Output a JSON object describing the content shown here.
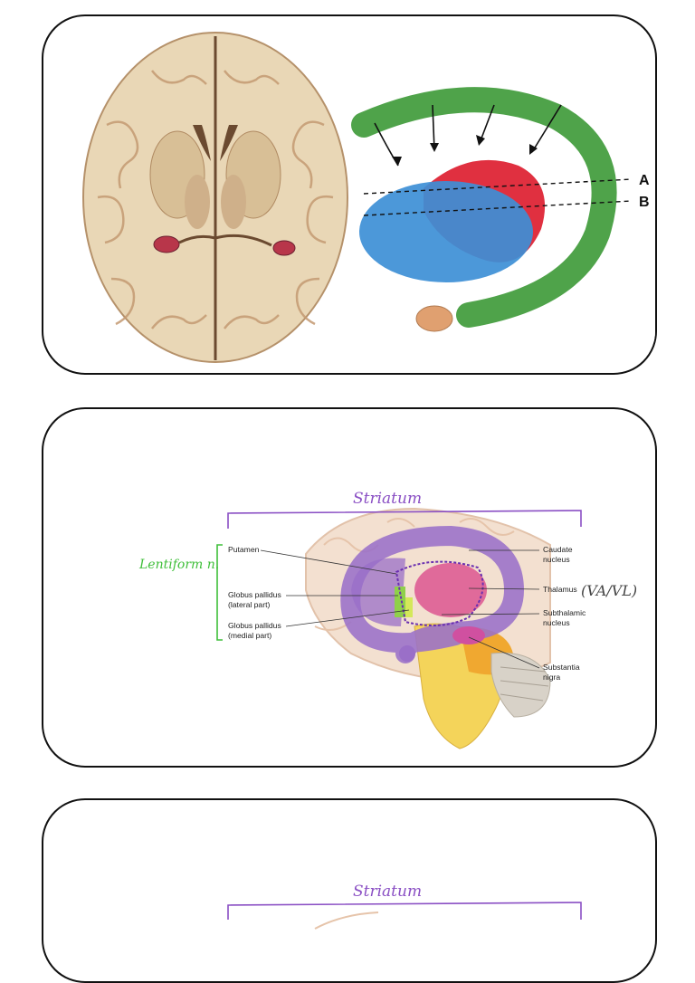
{
  "cards": [
    {
      "name": "axial-brain-section-and-basal-ganglia-schematic",
      "section_labels": [
        "A",
        "B"
      ]
    },
    {
      "name": "lateral-view-basal-ganglia",
      "handwritten": {
        "striatum": "Striatum",
        "lentiform": "Lentiform n.",
        "thalamus_note": "(VA/VL)"
      },
      "labels": {
        "putamen": "Putamen",
        "gp_lateral_1": "Globus pallidus",
        "gp_lateral_2": "(lateral part)",
        "gp_medial_1": "Globus pallidus",
        "gp_medial_2": "(medial part)",
        "caudate_1": "Caudate",
        "caudate_2": "nucleus",
        "thalamus": "Thalamus",
        "subthalamic_1": "Subthalamic",
        "subthalamic_2": "nucleus",
        "substantia_1": "Substantia",
        "substantia_2": "nigra"
      }
    },
    {
      "name": "lateral-view-basal-ganglia-repeat",
      "handwritten": {
        "striatum": "Striatum"
      }
    }
  ],
  "colors": {
    "tail_green": "#4fa34a",
    "putamen_blue": "#3d8fd6",
    "thalamus_red": "#e03040",
    "striatum_ink": "#8a4fc4",
    "lentiform_ink": "#3fbf3a",
    "caudate_purple": "#9a6fc8",
    "thalamus_pink": "#e06a9a"
  }
}
